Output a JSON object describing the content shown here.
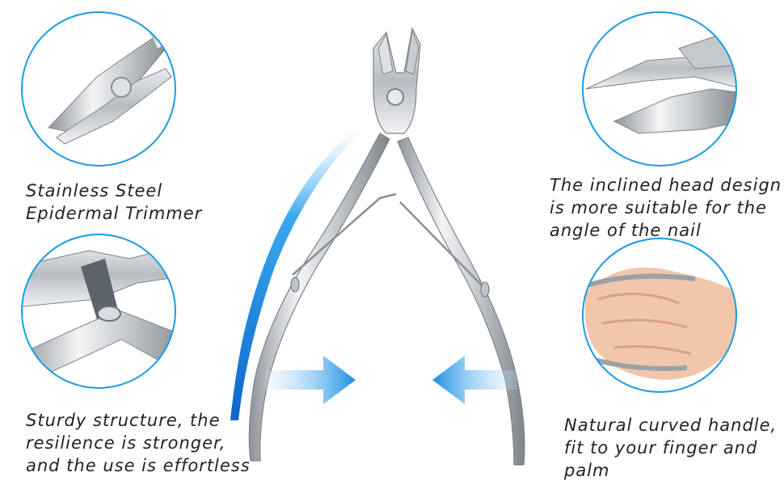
{
  "captions": {
    "top_left": [
      "Stainless Steel",
      "Epidermal Trimmer"
    ],
    "bottom_left": [
      "Sturdy structure, the",
      "resilience is stronger,",
      "and the use is effortless"
    ],
    "top_right": [
      "The inclined head design",
      "is more suitable for the",
      "angle of the nail"
    ],
    "bottom_right": [
      "Natural curved handle,",
      "fit to your finger and",
      "palm"
    ]
  },
  "colors": {
    "accent_blue": "#1a8fe3",
    "circle_border": "#1a9be6",
    "steel_light": "#eef0f2",
    "steel_dark": "#8a9096"
  },
  "icons": {
    "arrow_left_side": "arrow-right-icon",
    "arrow_right_side": "arrow-left-icon"
  }
}
